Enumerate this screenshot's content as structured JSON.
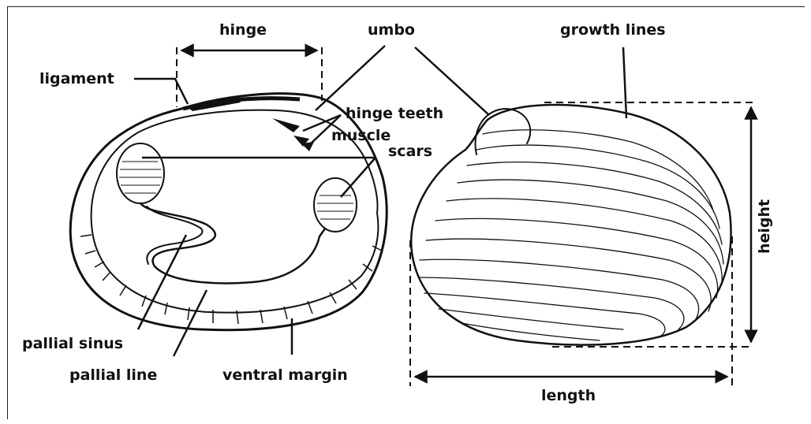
{
  "labels": {
    "hinge": "hinge",
    "umbo": "umbo",
    "growth_lines": "growth lines",
    "ligament": "ligament",
    "hinge_teeth": "hinge teeth",
    "muscle": "muscle",
    "scars": "scars",
    "height": "height",
    "pallial_sinus": "pallial sinus",
    "pallial_line": "pallial line",
    "ventral_margin": "ventral margin",
    "length": "length"
  }
}
